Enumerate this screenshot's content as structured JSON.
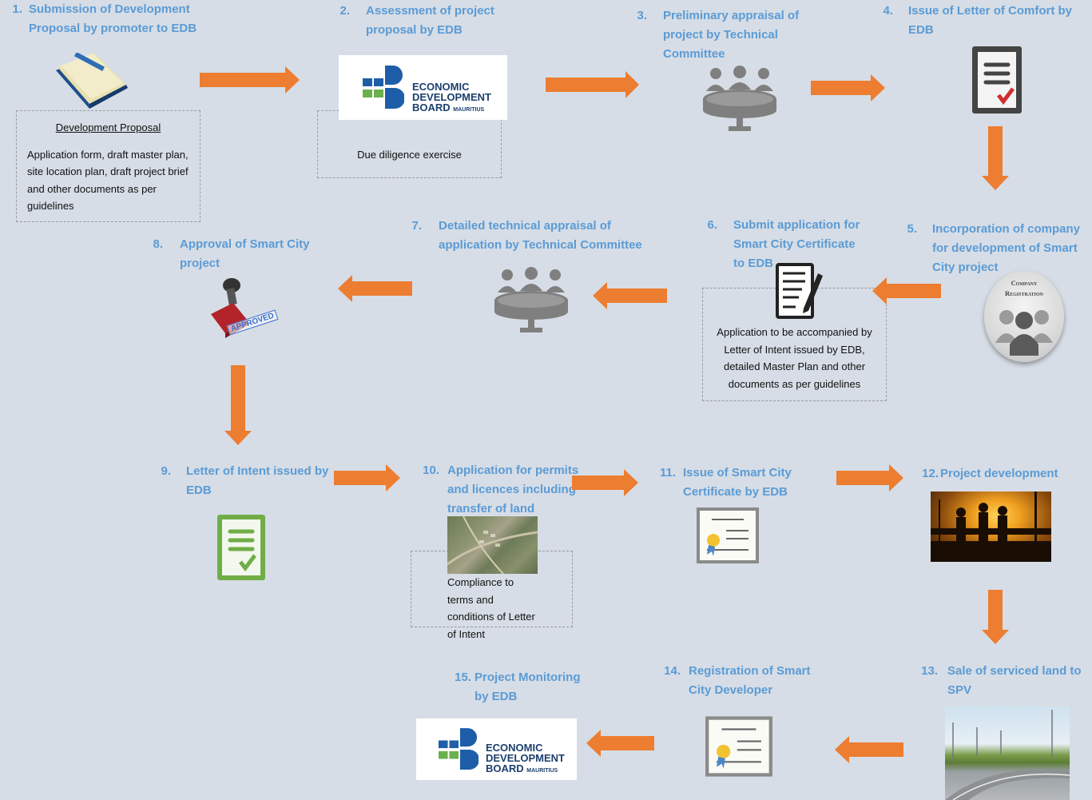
{
  "colors": {
    "background": "#d6dde6",
    "title": "#5b9bd5",
    "arrow": "#ed7d31",
    "logo_blue": "#1e5ea8",
    "logo_green": "#6ab04c"
  },
  "steps": [
    {
      "num": "1.",
      "title": "Submission of Development\nProposal by promoter to  EDB"
    },
    {
      "num": "2.",
      "title": "Assessment of project\nproposal by EDB"
    },
    {
      "num": "3.",
      "title": "Preliminary appraisal of\nproject by Technical\nCommittee"
    },
    {
      "num": "4.",
      "title": "Issue of Letter of Comfort by EDB"
    },
    {
      "num": "5.",
      "title": "Incorporation of company\nfor development of Smart\nCity project"
    },
    {
      "num": "6.",
      "title": "Submit application for\nSmart City Certificate\nto EDB"
    },
    {
      "num": "7.",
      "title": "Detailed technical appraisal of\napplication  by Technical Committee"
    },
    {
      "num": "8.",
      "title": "Approval of Smart City\nproject"
    },
    {
      "num": "9.",
      "title": "Letter of Intent issued by\nEDB"
    },
    {
      "num": "10.",
      "title": "Application for permits\nand licences including\ntransfer of land"
    },
    {
      "num": "11.",
      "title": "Issue of Smart City\nCertificate by  EDB"
    },
    {
      "num": "12.",
      "title": "Project development"
    },
    {
      "num": "13.",
      "title": "Sale of serviced land to\nSPV"
    },
    {
      "num": "14.",
      "title": "Registration of Smart\nCity Developer"
    },
    {
      "num": "15.",
      "title": "Project Monitoring\nby EDB"
    }
  ],
  "boxes": {
    "dev_proposal": {
      "caption": "Development Proposal",
      "text": "Application form, draft master plan, site location plan, draft project brief and other documents as per guidelines"
    },
    "due_diligence": {
      "text": "Due diligence exercise"
    },
    "application_docs": {
      "text": "Application to be accompanied by Letter of Intent issued by EDB, detailed Master Plan and other documents as per guidelines"
    },
    "compliance": {
      "text": "Compliance to terms and conditions of Letter of Intent"
    }
  },
  "logo": {
    "line1": "ECONOMIC",
    "line2": "DEVELOPMENT",
    "line3": "BOARD",
    "small": "MAURITIUS"
  },
  "company_badge": {
    "line1": "Company",
    "line2": "Registration"
  },
  "stamp_text": "APPROVED",
  "icons": [
    "book-icon",
    "meeting-icon",
    "checklist-icon",
    "company-registration-icon",
    "document-sign-icon",
    "approved-stamp-icon",
    "certificate-icon",
    "aerial-photo",
    "construction-photo",
    "road-photo"
  ]
}
